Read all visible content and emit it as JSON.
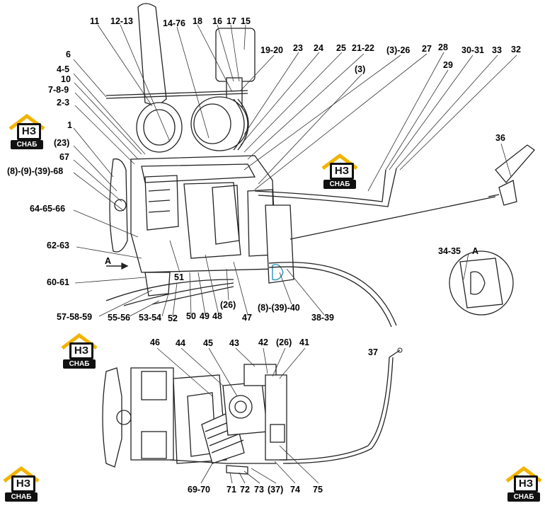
{
  "logo": {
    "mark": "НЗ",
    "caption": "СНАБ",
    "colors": {
      "accent": "#f2b300",
      "dark": "#111111"
    }
  },
  "view_marker": {
    "arrow_label": "A",
    "detail_label": "A"
  },
  "callouts_top": [
    "11",
    "12-13",
    "14-76",
    "18",
    "16",
    "17",
    "15",
    "19-20",
    "23",
    "24",
    "25",
    "21-22",
    "(3)-26",
    "27",
    "28",
    "(3)",
    "29",
    "30-31",
    "33",
    "32",
    "6",
    "4-5",
    "10",
    "7-8-9",
    "2-3",
    "1",
    "(23)",
    "67",
    "(8)-(9)-(39)-68",
    "64-65-66",
    "62-63",
    "60-61",
    "36",
    "34-35",
    "57-58-59",
    "55-56",
    "53-54",
    "52",
    "50",
    "49",
    "48",
    "(26)",
    "47",
    "(8)-(39)-40",
    "38-39",
    "51"
  ],
  "callouts_bottom": [
    "46",
    "44",
    "45",
    "43",
    "42",
    "(26)",
    "41",
    "37",
    "69-70",
    "71",
    "72",
    "73",
    "(37)",
    "74",
    "75"
  ]
}
